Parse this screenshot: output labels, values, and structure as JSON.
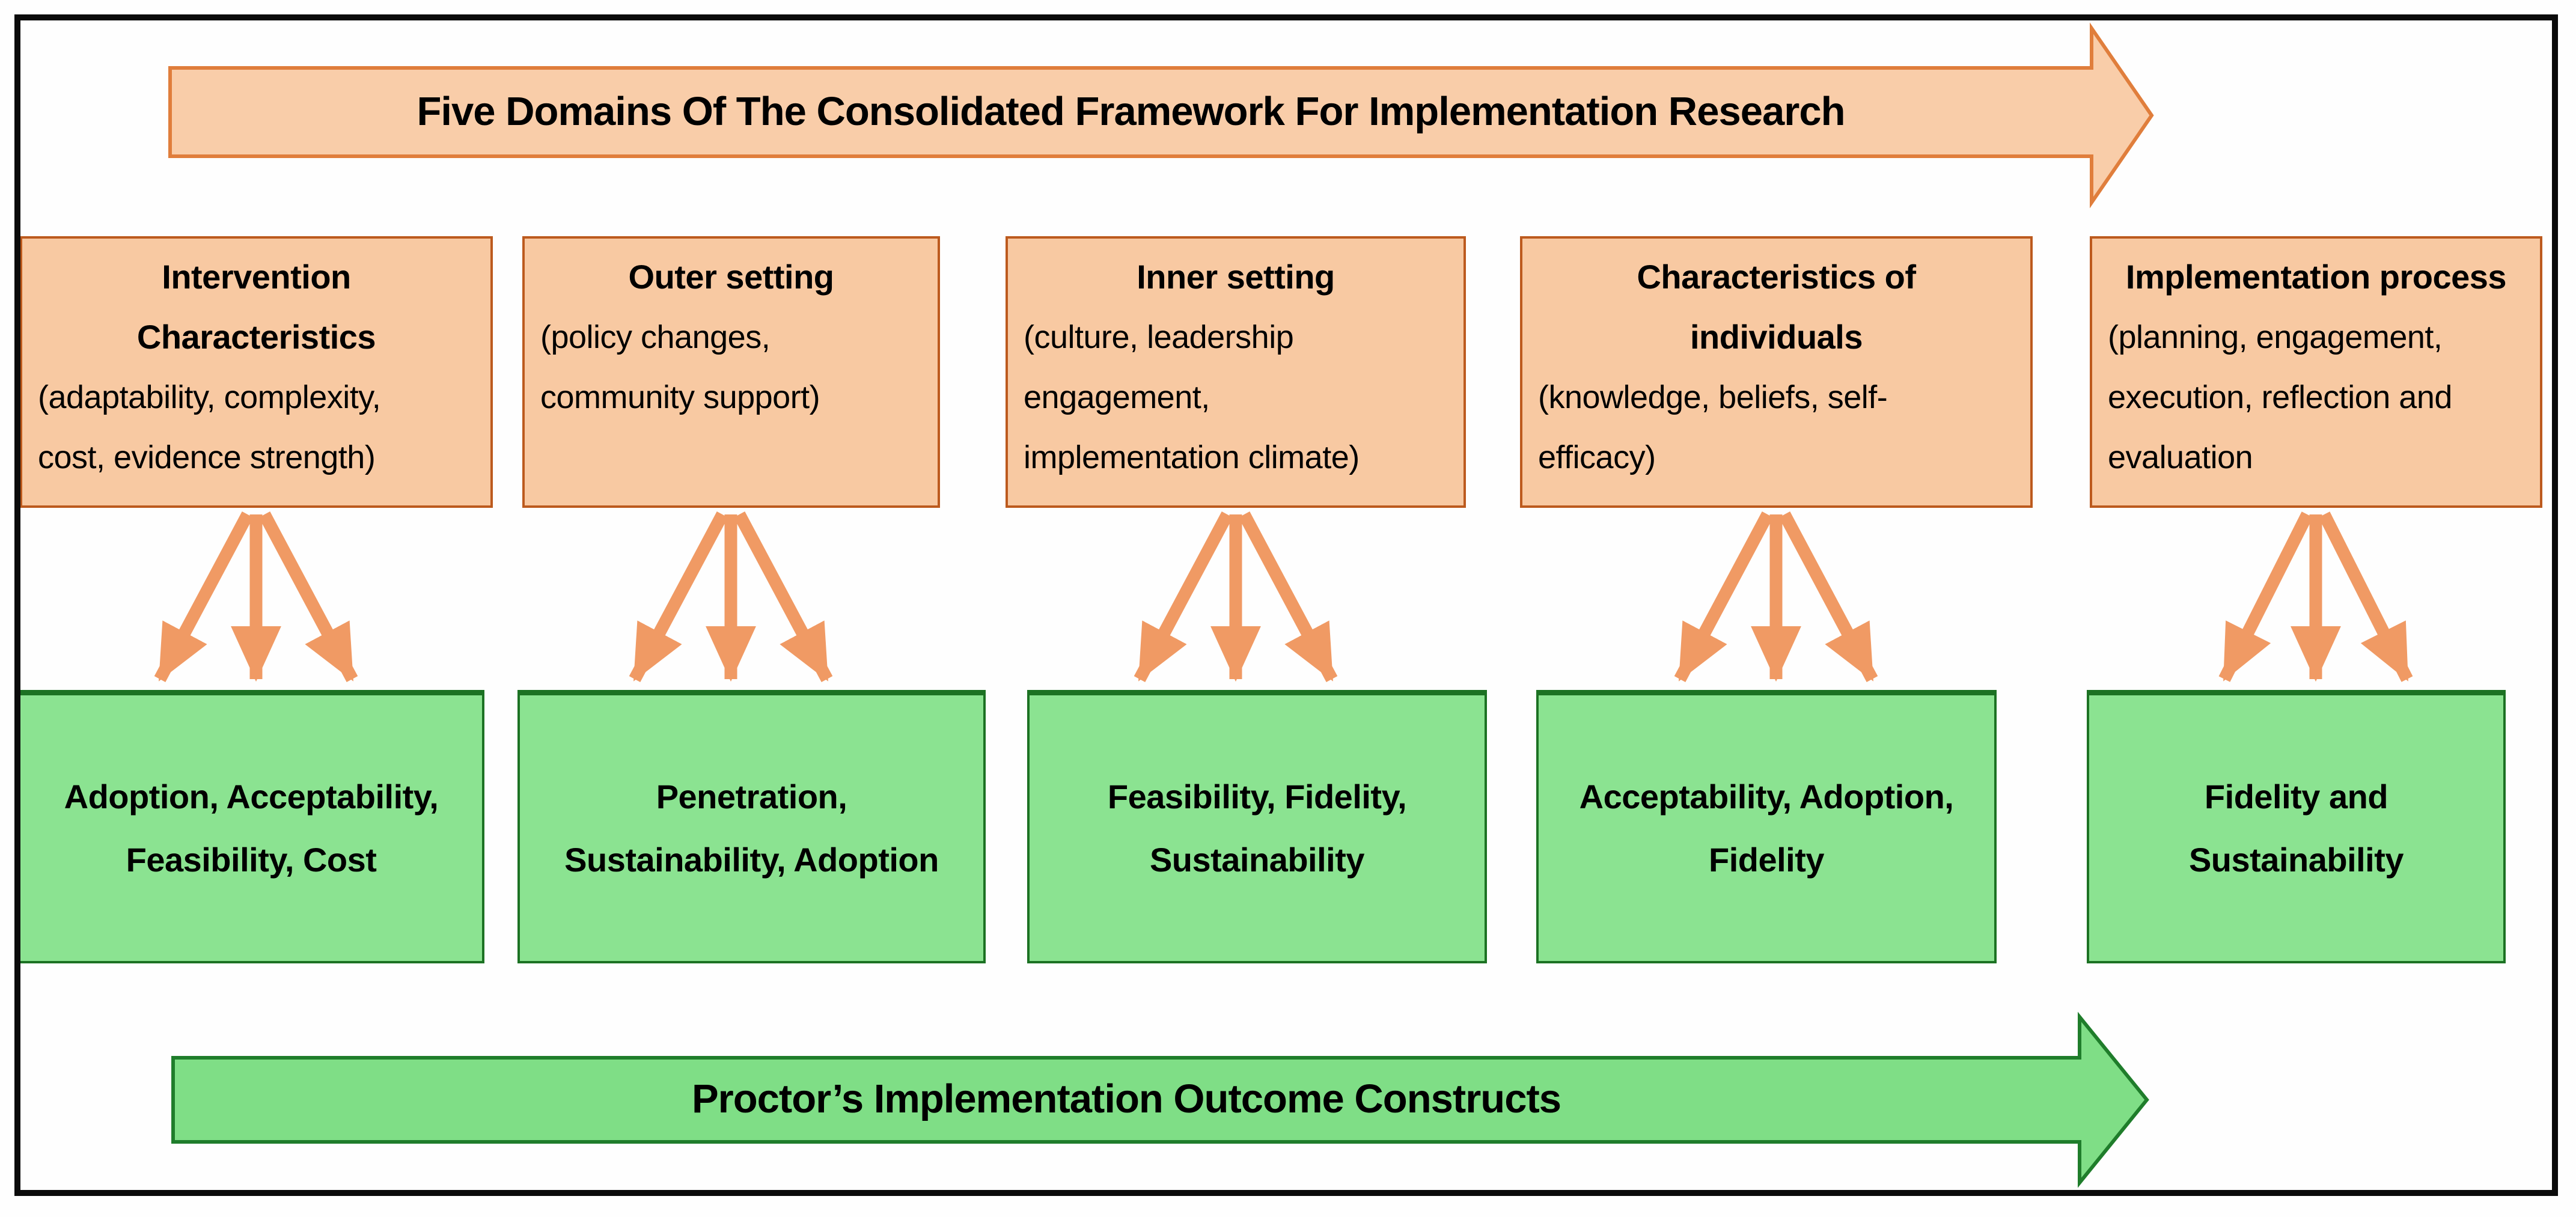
{
  "figure": {
    "top_banner": {
      "label": "Five Domains Of The Consolidated Framework For Implementation Research"
    },
    "bottom_banner": {
      "label": "Proctor’s Implementation Outcome Constructs"
    },
    "domains": [
      {
        "title": "Intervention\nCharacteristics",
        "detail": "(adaptability, complexity,\ncost, evidence strength)",
        "outcomes": "Adoption, Acceptability,\nFeasibility, Cost"
      },
      {
        "title": "Outer setting",
        "detail": "(policy changes,\ncommunity support)",
        "outcomes": "Penetration,\nSustainability, Adoption"
      },
      {
        "title": "Inner setting",
        "detail": "(culture, leadership\nengagement,\nimplementation climate)",
        "outcomes": "Feasibility, Fidelity,\nSustainability"
      },
      {
        "title": "Characteristics of\nindividuals",
        "detail": "(knowledge, beliefs, self-\nefficacy)",
        "outcomes": "Acceptability, Adoption,\nFidelity"
      },
      {
        "title": "Implementation process",
        "detail": "(planning, engagement,\nexecution, reflection and\nevaluation",
        "outcomes": "Fidelity and\nSustainability"
      }
    ],
    "colors": {
      "domain_box_fill": "#f8c9a2",
      "domain_box_border": "#bc5a1e",
      "banner_top_fill": "#f9cda9",
      "banner_top_border": "#e07e3c",
      "fan_arrow": "#f09a64",
      "outcome_box_fill": "#8be391",
      "outcome_box_border": "#1c7223",
      "banner_bottom_fill": "#7fde86",
      "banner_bottom_border": "#1f7d2b",
      "frame_border": "#0b0b0b"
    }
  }
}
